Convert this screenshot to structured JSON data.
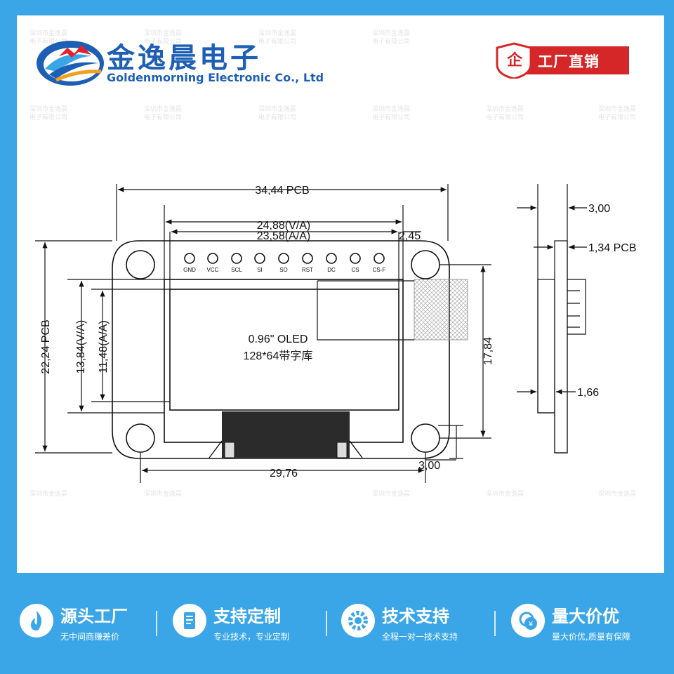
{
  "header": {
    "company_cn": "金逸晨电子",
    "company_en": "Goldenmorning Electronic Co., Ltd",
    "badge_char": "企",
    "badge_text": "工厂直销",
    "watermark_line1": "深圳市金逸晨",
    "watermark_line2": "电子有限公司"
  },
  "drawing": {
    "module_label_line1": "0.96\" OLED",
    "module_label_line2": "128*64带字库",
    "pins": [
      "GND",
      "VCC",
      "SCL",
      "SI",
      "SO",
      "RST",
      "DC",
      "CS",
      "CS-F"
    ],
    "dimensions": {
      "pcb_width": "34,44 PCB",
      "va_width": "24,88(V/A)",
      "aa_width": "23,58(A/A)",
      "right_offset": "2,45",
      "pcb_height": "22,24 PCB",
      "va_height": "13,84(V/A)",
      "aa_height": "11,48(A/A)",
      "hole_spacing_x": "29,76",
      "hole_spacing_y": "17,84",
      "hole_offset": "3,00",
      "side_thickness": "3,00",
      "pcb_thickness": "1,34 PCB",
      "side_offset": "1,66"
    }
  },
  "footer": {
    "features": [
      {
        "title": "源头工厂",
        "subtitle": "无中间商赚差价",
        "icon": "flame-icon"
      },
      {
        "title": "支持定制",
        "subtitle": "专业技术，专业定制",
        "icon": "document-icon"
      },
      {
        "title": "技术支持",
        "subtitle": "全程一对一技术支持",
        "icon": "gear-icon"
      },
      {
        "title": "量大价优",
        "subtitle": "量大价优,质量有保障",
        "icon": "coins-icon"
      }
    ]
  },
  "colors": {
    "brand_blue": "#1e5fb6",
    "frame_blue": "#3aa6e8",
    "badge_red": "#d62728",
    "line": "#111111"
  }
}
